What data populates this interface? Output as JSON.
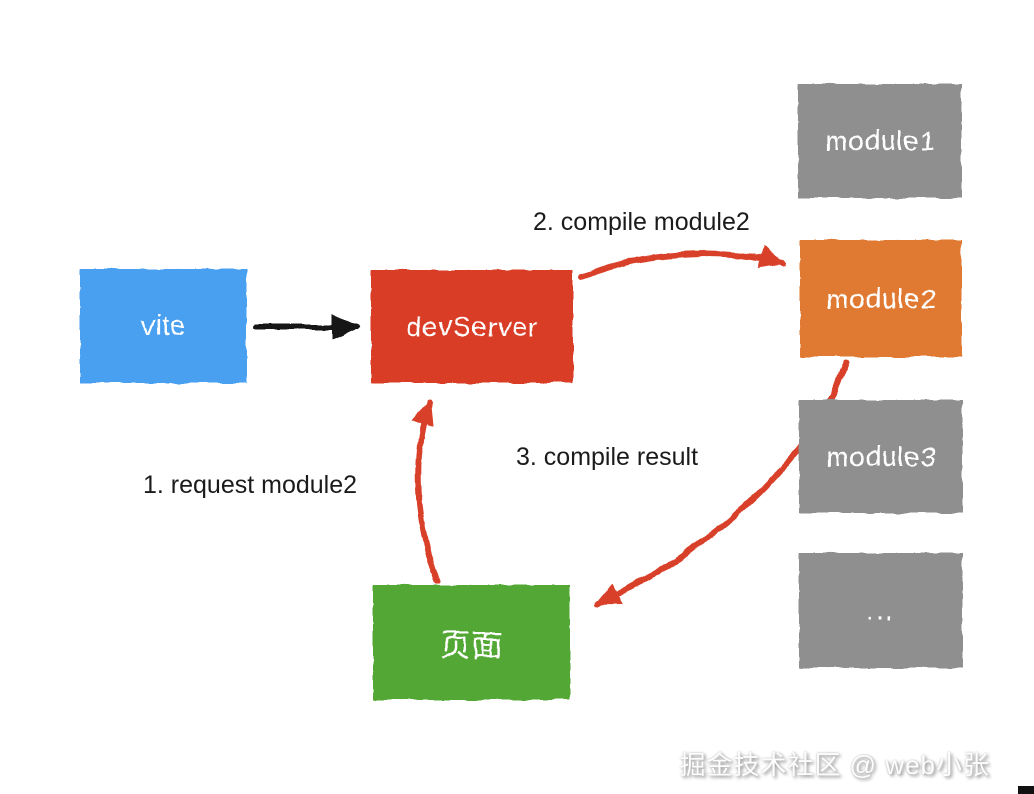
{
  "colors": {
    "vite_blue": "#4a9ff0",
    "server_red": "#d93c26",
    "page_green": "#53a836",
    "module_gray": "#8f8f8f",
    "module2_orange": "#e07a30",
    "arrow_red": "#d8402a",
    "arrow_black": "#141414"
  },
  "nodes": {
    "vite": {
      "label": "vite"
    },
    "devserver": {
      "label": "devServer"
    },
    "page": {
      "label": "页面"
    },
    "module1": {
      "label": "module1"
    },
    "module2": {
      "label": "module2"
    },
    "module3": {
      "label": "module3"
    },
    "module_more": {
      "label": "…"
    }
  },
  "edges": {
    "request": {
      "label": "1. request module2",
      "from": "page",
      "to": "devserver"
    },
    "compile": {
      "label": "2. compile module2",
      "from": "devserver",
      "to": "module2"
    },
    "result": {
      "label": "3. compile result",
      "from": "module2",
      "to": "page"
    }
  },
  "watermark": {
    "text": "掘金技术社区 @ web小张"
  }
}
